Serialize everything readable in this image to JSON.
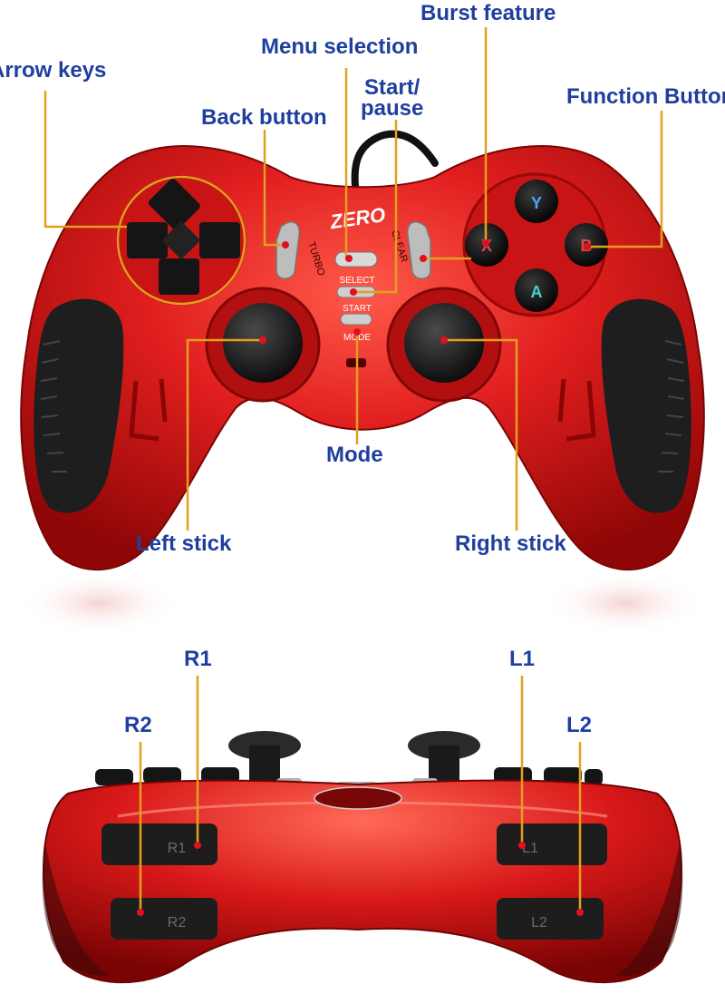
{
  "labels": {
    "arrow_keys": "Arrow keys",
    "menu_selection": "Menu selection",
    "burst_feature": "Burst feature",
    "start_pause_line1": "Start/",
    "start_pause_line2": "pause",
    "function_button": "Function Button",
    "back_button": "Back button",
    "mode": "Mode",
    "left_stick": "Left stick",
    "right_stick": "Right stick",
    "r1": "R1",
    "r2": "R2",
    "l1": "L1",
    "l2": "L2"
  },
  "device_text": {
    "brand": "ZERO",
    "turbo": "TURBO",
    "clear": "CLEAR",
    "select": "SELECT",
    "start": "START",
    "mode": "MODE",
    "btn_y": "Y",
    "btn_x": "X",
    "btn_b": "B",
    "btn_a": "A",
    "shoulder_r1": "R1",
    "shoulder_r2": "R2",
    "shoulder_l1": "L1",
    "shoulder_l2": "L2"
  },
  "colors": {
    "label_text": "#1f3f9e",
    "leader_line": "#e2a020",
    "pointer_dot": "#e01020",
    "shell_red": "#d41818",
    "grip_black": "#1e1e1e"
  }
}
